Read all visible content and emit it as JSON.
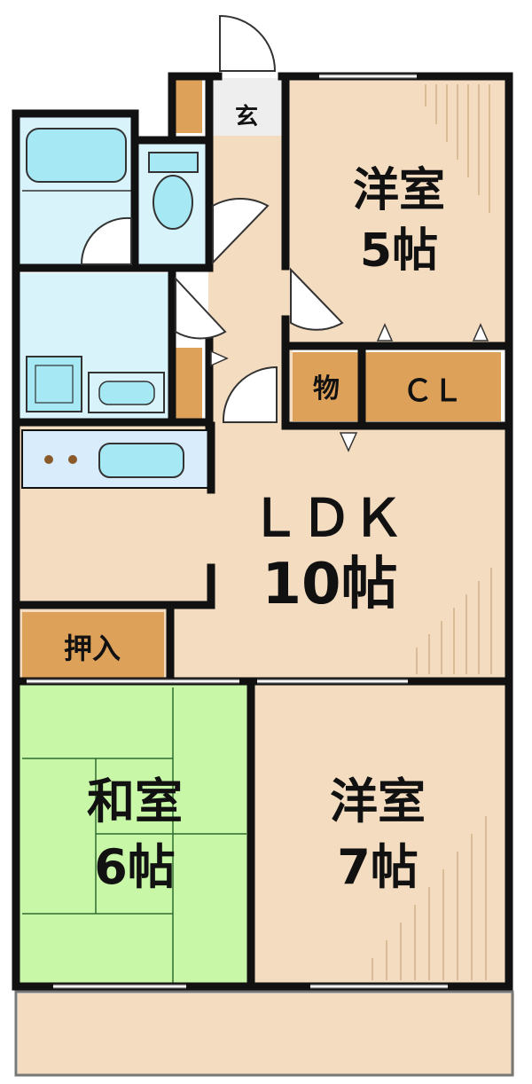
{
  "colors": {
    "wall": "#111111",
    "floor_wood": "#f3dcc0",
    "tatami": "#c9f7a8",
    "wet_area": "#d9f3fb",
    "fixture_blue": "#a6e8f3",
    "storage_orange": "#dea15a",
    "balcony": "#f3dcc0",
    "entrance": "#eeeeee"
  },
  "rooms": {
    "western_5": {
      "name": "洋室",
      "size": "5帖"
    },
    "western_7": {
      "name": "洋室",
      "size": "7帖"
    },
    "japanese_6": {
      "name": "和室",
      "size": "6帖"
    },
    "ldk": {
      "name": "ＬＤＫ",
      "size": "10帖"
    }
  },
  "storage": {
    "entrance": "玄",
    "storeroom": "物",
    "closet": "ＣＬ",
    "oshiire": "押入"
  },
  "icons": {
    "bathtub": "bathtub-icon",
    "toilet": "toilet-icon",
    "washbasin": "washbasin-icon",
    "stove": "stove-icon",
    "sink": "kitchen-sink-icon"
  }
}
